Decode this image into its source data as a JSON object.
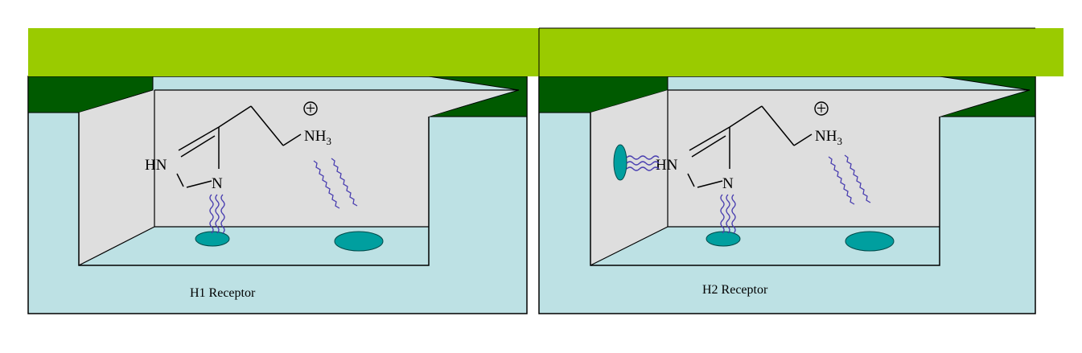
{
  "colors": {
    "membrane_top": "#9acb00",
    "membrane_edge": "#005a00",
    "cell_fluid": "#bde1e4",
    "pocket": "#dedede",
    "site": "#009f9f",
    "bond": "#4a3fb0",
    "outline": "#000000"
  },
  "panels": [
    {
      "caption": "H1 Receptor",
      "hn_label": "HN",
      "n_label": "N",
      "nh_label": "NH",
      "subscript": "3",
      "charge": "+"
    },
    {
      "caption": "H2 Receptor",
      "hn_label": "HN",
      "n_label": "N",
      "nh_label": "NH",
      "subscript": "3",
      "charge": "+"
    }
  ]
}
